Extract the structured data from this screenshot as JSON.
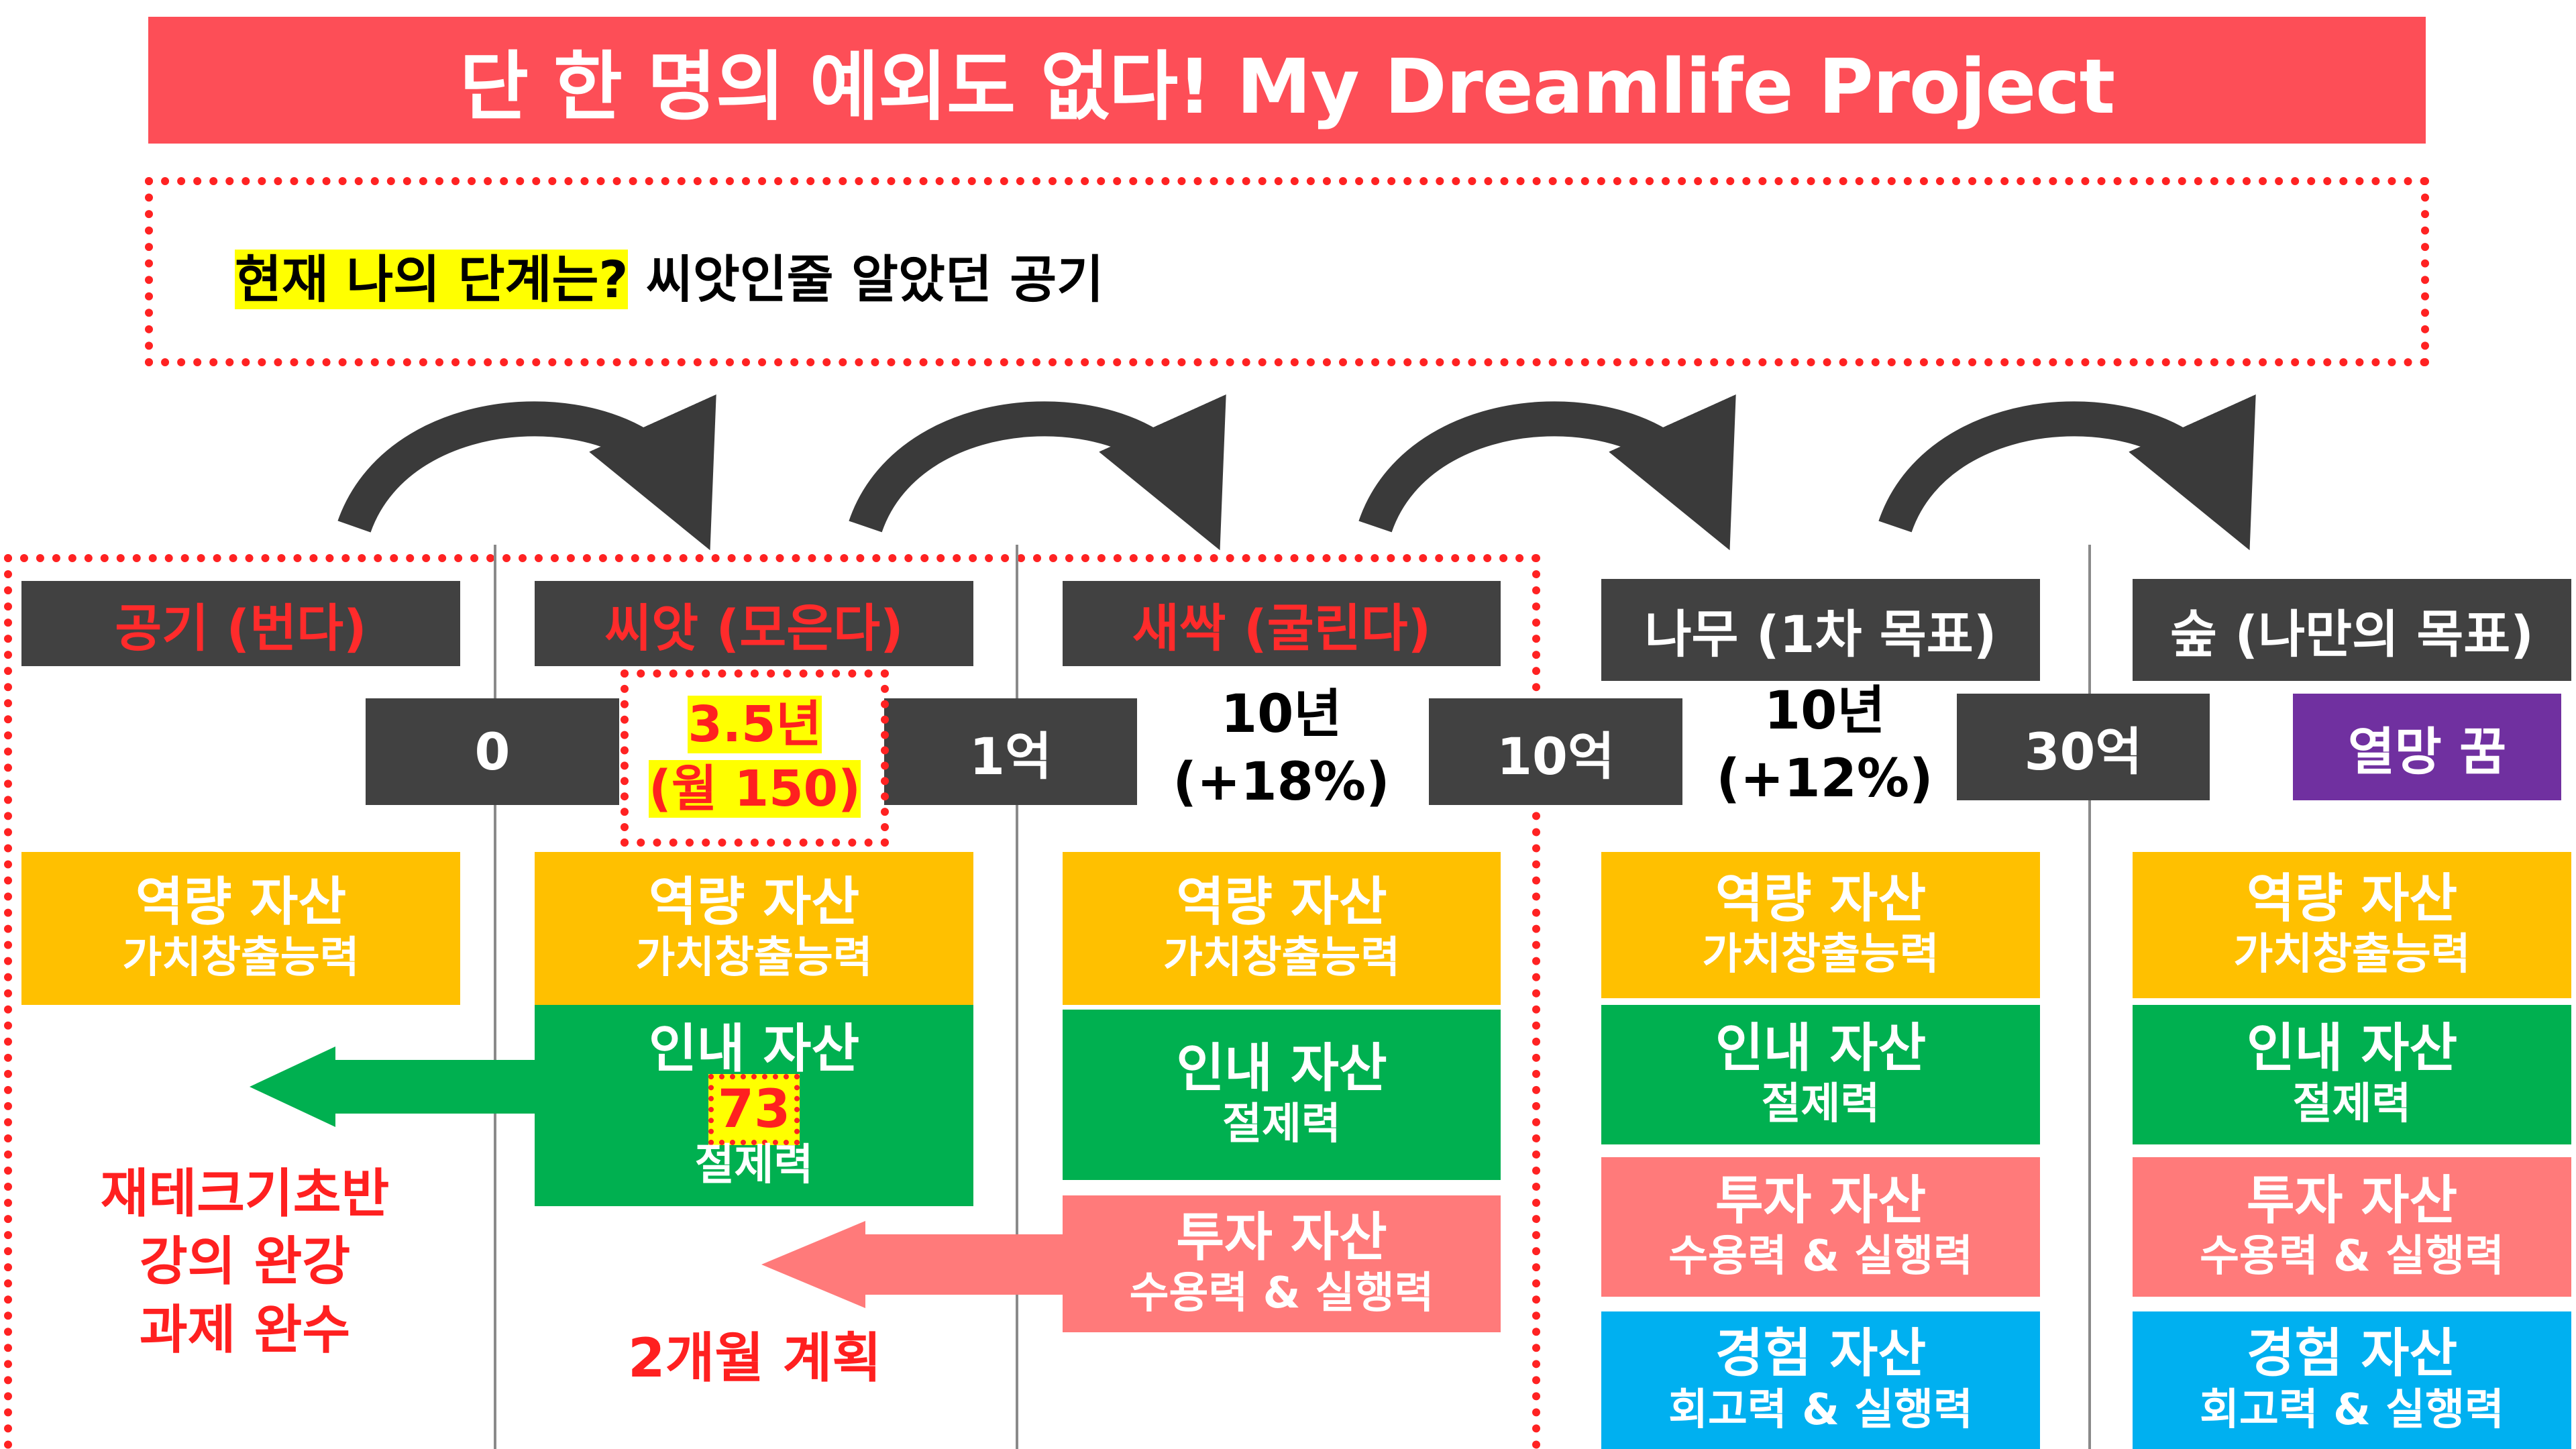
{
  "title": "단 한 명의 예외도 없다! My Dreamlife Project",
  "current": {
    "highlight": "현재 나의 단계는?",
    "text": " 씨앗인줄 알았던 공기"
  },
  "stages": [
    {
      "label": "공기 (번다)"
    },
    {
      "label": "씨앗 (모은다)"
    },
    {
      "label": "새싹 (굴린다)"
    },
    {
      "label": "나무 (1차 목표)"
    },
    {
      "label": "숲 (나만의 목표)"
    }
  ],
  "milestones": {
    "m0": "0",
    "m1": "1억",
    "m2": "10억",
    "m3": "30억",
    "dream": "열망 꿈"
  },
  "periods": {
    "seed_line1": "3.5년",
    "seed_line2": "(월 150)",
    "sprout_line1": "10년",
    "sprout_line2": "(+18%)",
    "tree_line1": "10년",
    "tree_line2": "(+12%)"
  },
  "assets": {
    "capability": {
      "title": "역량 자산",
      "sub": "가치창출능력"
    },
    "patience": {
      "title": "인내 자산",
      "sub": "절제력",
      "score": "73"
    },
    "investment": {
      "title": "투자 자산",
      "sub": "수용력 & 실행력"
    },
    "experience": {
      "title": "경험 자산",
      "sub": "회고력 & 실행력"
    }
  },
  "notes": {
    "study": [
      "재테크기초반",
      "강의 완강",
      "과제 완수"
    ],
    "plan": "2개월 계획"
  },
  "colors": {
    "title_bg": "#fd4e57",
    "stage_bg": "#414141",
    "capability": "#ffc000",
    "patience": "#00b050",
    "investment": "#ff7a7a",
    "experience": "#00b0f0",
    "dream": "#7030a0",
    "highlight": "#ffff00",
    "dotted_border": "#ff2222"
  }
}
